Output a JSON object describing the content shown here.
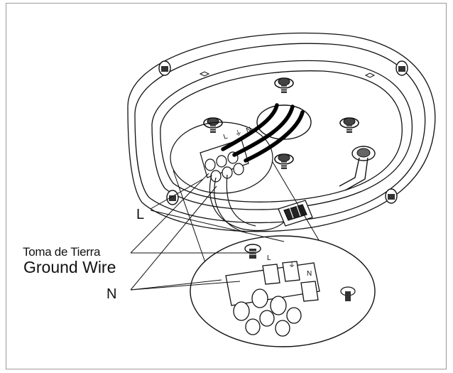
{
  "labels": {
    "L": "L",
    "toma_de_tierra": "Toma de Tierra",
    "ground_wire": "Ground Wire",
    "N": "N"
  },
  "terminal_marks": {
    "live": "L",
    "earth": "⏚",
    "neutral": "N"
  }
}
